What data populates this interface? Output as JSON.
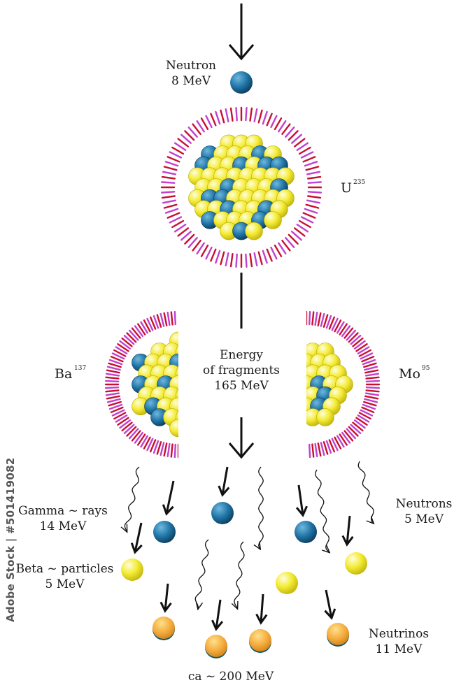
{
  "neutron": {
    "line1": "Neutron",
    "line2": "8 MeV"
  },
  "uranium": {
    "symbol": "U",
    "mass": "235"
  },
  "barium": {
    "symbol": "Ba",
    "mass": "137"
  },
  "molybdenum": {
    "symbol": "Mo",
    "mass": "95"
  },
  "fragments": {
    "line1": "Energy",
    "line2": "of fragments",
    "line3": "165 MeV"
  },
  "gamma": {
    "line1": "Gamma ~ rays",
    "line2": "14 MeV"
  },
  "beta": {
    "line1": "Beta ~ particles",
    "line2": "5 MeV"
  },
  "neutrons": {
    "line1": "Neutrons",
    "line2": "5 MeV"
  },
  "neutrinos": {
    "line1": "Neutrinos",
    "line2": "11 MeV"
  },
  "total": "ca ~ 200 MeV",
  "watermark": "Adobe Stock | #501419082",
  "colors": {
    "neutron": "#1f74a6",
    "proton": "#f2ea2c",
    "beta": "#f3ea17",
    "neutrino": "#f3a93a",
    "ring_red": "#c8102e",
    "ring_purple": "#c040d0"
  }
}
